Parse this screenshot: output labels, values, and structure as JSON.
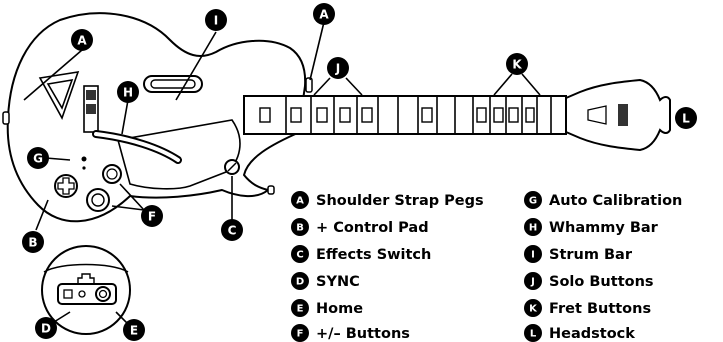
{
  "colors": {
    "ink": "#000000",
    "paper": "#ffffff"
  },
  "callouts": [
    {
      "id": "A",
      "letter": "A"
    },
    {
      "id": "B",
      "letter": "B"
    },
    {
      "id": "C",
      "letter": "C"
    },
    {
      "id": "D",
      "letter": "D"
    },
    {
      "id": "E",
      "letter": "E"
    },
    {
      "id": "F",
      "letter": "F"
    },
    {
      "id": "G",
      "letter": "G"
    },
    {
      "id": "H",
      "letter": "H"
    },
    {
      "id": "I",
      "letter": "I"
    },
    {
      "id": "J",
      "letter": "J"
    },
    {
      "id": "K",
      "letter": "K"
    },
    {
      "id": "L",
      "letter": "L"
    }
  ],
  "legend": {
    "left": [
      {
        "letter": "A",
        "text": "Shoulder Strap Pegs"
      },
      {
        "letter": "B",
        "text": "+ Control Pad"
      },
      {
        "letter": "C",
        "text": "Effects Switch"
      },
      {
        "letter": "D",
        "text": "SYNC"
      },
      {
        "letter": "E",
        "text": "Home"
      },
      {
        "letter": "F",
        "text": "+/– Buttons"
      }
    ],
    "right": [
      {
        "letter": "G",
        "text": "Auto Calibration"
      },
      {
        "letter": "H",
        "text": "Whammy Bar"
      },
      {
        "letter": "I",
        "text": "Strum Bar"
      },
      {
        "letter": "J",
        "text": "Solo Buttons"
      },
      {
        "letter": "K",
        "text": "Fret Buttons"
      },
      {
        "letter": "L",
        "text": "Headstock"
      }
    ]
  }
}
